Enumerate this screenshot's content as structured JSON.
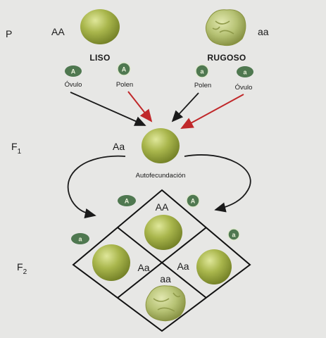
{
  "generations": {
    "p": "P",
    "f1": "F",
    "f1_sub": "1",
    "f2": "F",
    "f2_sub": "2"
  },
  "parents": {
    "left": {
      "genotype": "AA",
      "label": "LISO"
    },
    "right": {
      "genotype": "aa",
      "label": "RUGOSO"
    }
  },
  "gametes": [
    {
      "allele": "A",
      "label": "Óvulo"
    },
    {
      "allele": "A",
      "label": "Polen"
    },
    {
      "allele": "a",
      "label": "Polen"
    },
    {
      "allele": "a",
      "label": "Óvulo"
    }
  ],
  "f1": {
    "genotype": "Aa",
    "label": "Autofecundación"
  },
  "punnett": {
    "alleles": [
      "A",
      "A",
      "a",
      "a"
    ],
    "cells": {
      "top": "AA",
      "left": "Aa",
      "right": "Aa",
      "bottom": "aa"
    }
  },
  "colors": {
    "pea_smooth": "#a8b64a",
    "pea_wrinkled": "#b4c074",
    "allele_badge": "#4f7850",
    "arrow_black": "#1a1a1a",
    "arrow_red": "#c0282a"
  }
}
